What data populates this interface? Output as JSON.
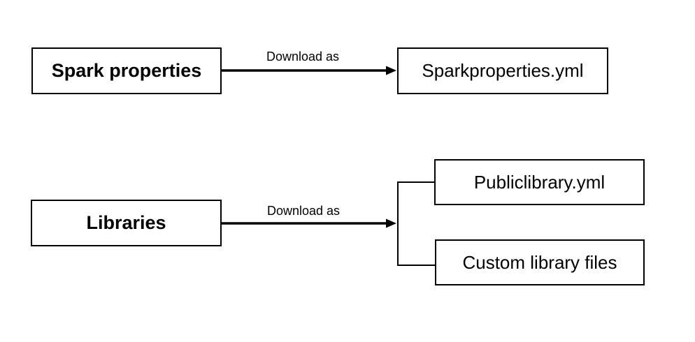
{
  "colors": {
    "background": "#ffffff",
    "line": "#000000",
    "text": "#000000"
  },
  "diagram": {
    "nodes": {
      "spark_properties": {
        "label": "Spark properties"
      },
      "sparkproperties_yml": {
        "label": "Sparkproperties.yml"
      },
      "libraries": {
        "label": "Libraries"
      },
      "publiclibrary_yml": {
        "label": "Publiclibrary.yml"
      },
      "custom_library_files": {
        "label": "Custom library files"
      }
    },
    "edges": {
      "spark_download": {
        "label": "Download as"
      },
      "libraries_download": {
        "label": "Download as"
      }
    }
  }
}
